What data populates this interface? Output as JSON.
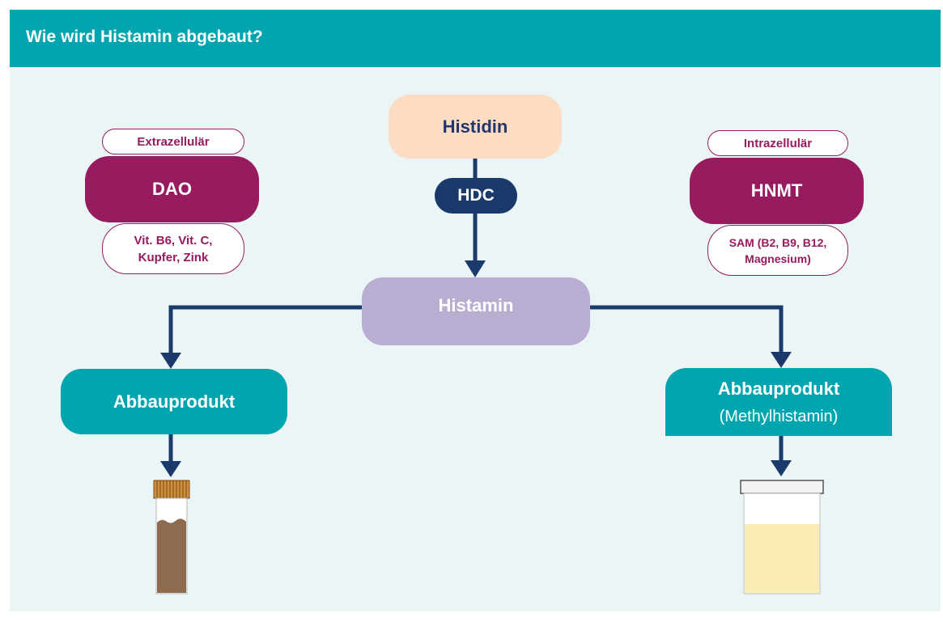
{
  "header": {
    "title": "Wie wird Histamin abgebaut?"
  },
  "nodes": {
    "histidin": "Histidin",
    "hdc": "HDC",
    "histamin": "Histamin",
    "dao": "DAO",
    "hnmt": "HNMT",
    "extrazellular": "Extrazellulär",
    "intrazellular": "Intrazellulär",
    "dao_cofactors": "Vit. B6, Vit. C,\nKupfer, Zink",
    "hnmt_cofactors": "SAM (B2, B9, B12,\nMagnesium)",
    "abbauprodukt_left": "Abbauprodukt",
    "abbauprodukt_right": "Abbauprodukt",
    "methylhistamin": "(Methylhistamin)"
  },
  "colors": {
    "header": "#00a5b0",
    "background": "#ecf5f6",
    "histidin": "#fcdcc3",
    "hdc": "#1a3a6c",
    "histamin": "#b9aed2",
    "enzyme": "#961b5f",
    "product": "#00a5b0",
    "arrow": "#1a3a6c",
    "stool": "#8e6a4e",
    "urine": "#f9ecb5"
  },
  "icons": {
    "left_container": "stool-sample-tube-icon",
    "right_container": "urine-sample-cup-icon"
  }
}
